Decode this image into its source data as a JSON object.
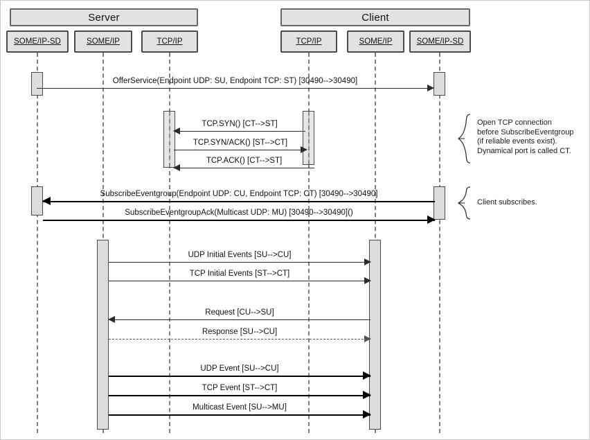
{
  "diagram": {
    "title": "SOME/IP Service Discovery and Event Communication Sequence",
    "type": "uml-sequence-diagram",
    "colors": {
      "box_fill": "#e2e2e2",
      "box_border": "#4a4a4a",
      "activation_fill": "#dcdcdc",
      "lifeline": "#808080",
      "arrow": "#2b2b2b",
      "bold_arrow": "#000000",
      "dashed_arrow": "#555555",
      "canvas_border": "#c8c8c8"
    },
    "groups": [
      {
        "id": "server",
        "label": "Server"
      },
      {
        "id": "client",
        "label": "Client"
      }
    ],
    "participants": [
      {
        "id": "srv-sd",
        "label": "SOME/IP-SD",
        "group": "server"
      },
      {
        "id": "srv-ip",
        "label": "SOME/IP",
        "group": "server"
      },
      {
        "id": "srv-tcp",
        "label": "TCP/IP",
        "group": "server"
      },
      {
        "id": "cli-tcp",
        "label": "TCP/IP",
        "group": "client"
      },
      {
        "id": "cli-ip",
        "label": "SOME/IP",
        "group": "client"
      },
      {
        "id": "cli-sd",
        "label": "SOME/IP-SD",
        "group": "client"
      }
    ],
    "messages": [
      {
        "id": "m1",
        "label": "OfferService(Endpoint UDP: SU, Endpoint TCP: ST) [30490-->30490]",
        "from": "srv-sd",
        "to": "cli-sd",
        "direction": "right",
        "style": "solid"
      },
      {
        "id": "m2",
        "label": "TCP.SYN() [CT-->ST]",
        "from": "cli-tcp",
        "to": "srv-tcp",
        "direction": "left",
        "style": "solid"
      },
      {
        "id": "m3",
        "label": "TCP.SYN/ACK() [ST-->CT]",
        "from": "srv-tcp",
        "to": "cli-tcp",
        "direction": "right",
        "style": "solid"
      },
      {
        "id": "m4",
        "label": "TCP.ACK() [CT-->ST]",
        "from": "cli-tcp",
        "to": "srv-tcp",
        "direction": "left",
        "style": "solid"
      },
      {
        "id": "m5",
        "label": "SubscribeEventgroup(Endpoint UDP: CU, Endpoint TCP: CT) [30490-->30490]",
        "from": "cli-sd",
        "to": "srv-sd",
        "direction": "left",
        "style": "bold"
      },
      {
        "id": "m6",
        "label": "SubscribeEventgroupAck(Multicast UDP: MU) [30490-->30490]()",
        "from": "srv-sd",
        "to": "cli-sd",
        "direction": "right",
        "style": "bold"
      },
      {
        "id": "m7",
        "label": "UDP Initial Events [SU-->CU]",
        "from": "srv-ip",
        "to": "cli-ip",
        "direction": "right",
        "style": "solid"
      },
      {
        "id": "m8",
        "label": "TCP Initial Events [ST-->CT]",
        "from": "srv-ip",
        "to": "cli-ip",
        "direction": "right",
        "style": "solid"
      },
      {
        "id": "m9",
        "label": "Request [CU-->SU]",
        "from": "cli-ip",
        "to": "srv-ip",
        "direction": "left",
        "style": "solid"
      },
      {
        "id": "m10",
        "label": "Response [SU-->CU]",
        "from": "srv-ip",
        "to": "cli-ip",
        "direction": "right",
        "style": "dashed"
      },
      {
        "id": "m11",
        "label": "UDP Event [SU-->CU]",
        "from": "srv-ip",
        "to": "cli-ip",
        "direction": "right",
        "style": "bold"
      },
      {
        "id": "m12",
        "label": "TCP Event [ST-->CT]",
        "from": "srv-ip",
        "to": "cli-ip",
        "direction": "right",
        "style": "bold"
      },
      {
        "id": "m13",
        "label": "Multicast Event [SU-->MU]",
        "from": "srv-ip",
        "to": "cli-ip",
        "direction": "right",
        "style": "bold"
      }
    ],
    "notes": [
      {
        "id": "note-tcp",
        "line1": "Open TCP connection",
        "line2": "before SubscribeEventgroup",
        "line3": "(if reliable events exist).",
        "line4": "Dynamical port is called CT."
      },
      {
        "id": "note-subscribe",
        "line1": "Client subscribes."
      }
    ]
  }
}
